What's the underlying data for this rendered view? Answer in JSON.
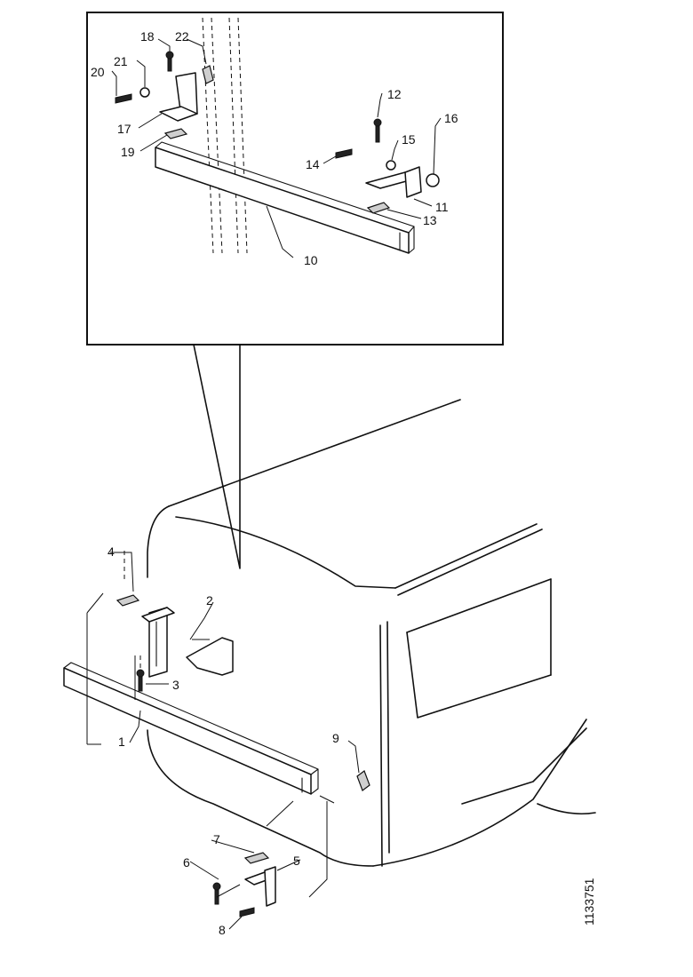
{
  "figure": {
    "reference_number": "1133751"
  },
  "callouts": {
    "c1": "1",
    "c2": "2",
    "c3": "3",
    "c4": "4",
    "c5": "5",
    "c6": "6",
    "c7": "7",
    "c8": "8",
    "c9": "9",
    "c10": "10",
    "c11": "11",
    "c12": "12",
    "c13": "13",
    "c14": "14",
    "c15": "15",
    "c16": "16",
    "c17": "17",
    "c18": "18",
    "c19": "19",
    "c20": "20",
    "c21": "21",
    "c22": "22"
  }
}
